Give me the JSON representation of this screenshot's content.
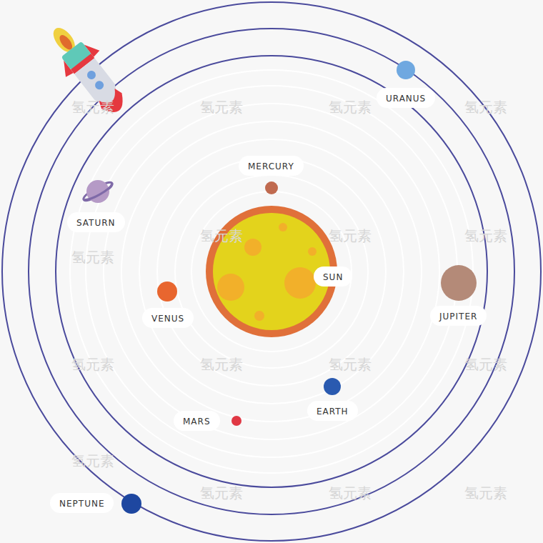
{
  "diagram": {
    "nodes": [
      {
        "text": [
          "URANUS"
        ]
      },
      {
        "text": [
          "MERCURY"
        ]
      },
      {
        "text": [
          "SATURN"
        ]
      },
      {
        "text": [
          "SUN"
        ]
      },
      {
        "text": [
          "VENUS"
        ]
      },
      {
        "text": [
          "JUPITER"
        ]
      },
      {
        "text": [
          "EARTH"
        ]
      },
      {
        "text": [
          "MARS"
        ]
      },
      {
        "text": [
          "NEPTUNE"
        ]
      }
    ],
    "labels": [
      "氢元素",
      "氢元素",
      "氢元素",
      "氢元素",
      "氢元素",
      "氢元素",
      "氢元素",
      "氢元素",
      "氢元素",
      "氢元素",
      "氢元素",
      "氢元素",
      "氢元素",
      "氢元素",
      "氢元素",
      "氢元素"
    ]
  }
}
